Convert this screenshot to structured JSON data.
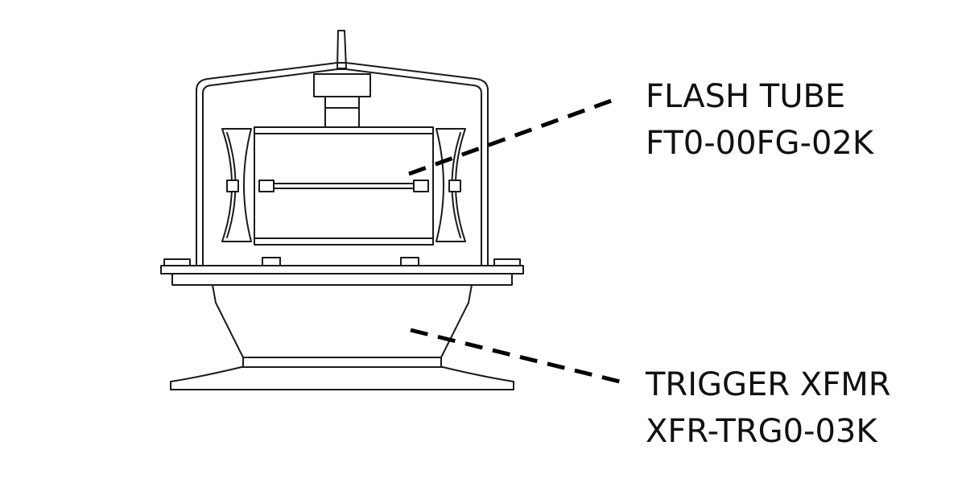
{
  "callouts": {
    "flash_tube": {
      "name": "FLASH TUBE",
      "part_number": "FT0-00FG-02K"
    },
    "trigger_xfmr": {
      "name": "TRIGGER XFMR",
      "part_number": "XFR-TRG0-03K"
    }
  },
  "colors": {
    "line": "#1a1a1a",
    "text": "#111111",
    "background": "#ffffff"
  }
}
